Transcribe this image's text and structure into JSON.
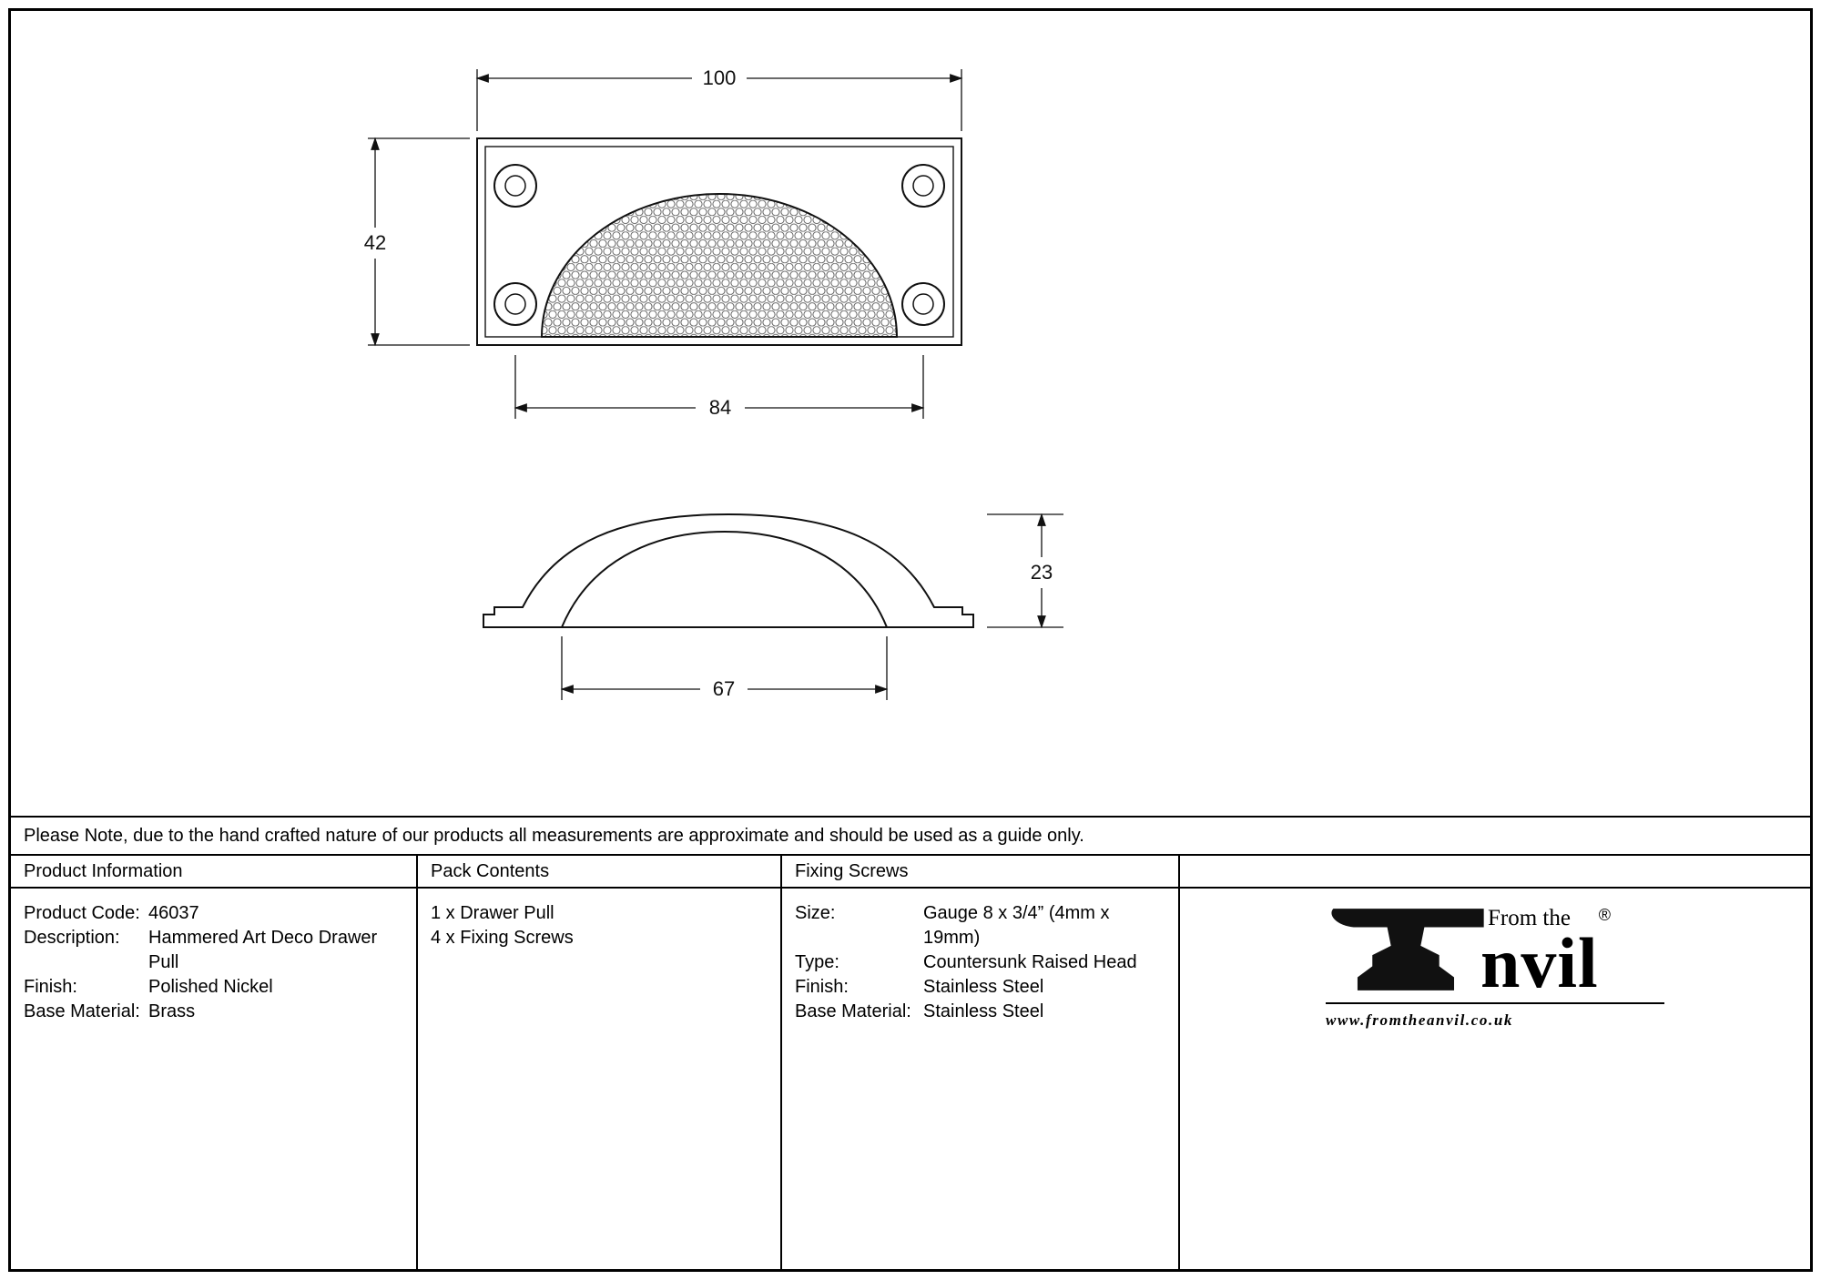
{
  "drawing": {
    "dims": {
      "plate_width": "100",
      "plate_height": "42",
      "hole_spacing": "84",
      "profile_height": "23",
      "cup_width": "67"
    }
  },
  "note": "Please Note, due to the hand crafted nature of our products all measurements are approximate and should be used as a guide only.",
  "product_info": {
    "header": "Product Information",
    "rows": [
      {
        "label": "Product Code:",
        "value": "46037"
      },
      {
        "label": "Description:",
        "value": "Hammered Art Deco Drawer Pull"
      },
      {
        "label": "Finish:",
        "value": "Polished Nickel"
      },
      {
        "label": "Base Material:",
        "value": "Brass"
      }
    ]
  },
  "pack_contents": {
    "header": "Pack Contents",
    "items": [
      "1 x Drawer Pull",
      "4 x Fixing Screws"
    ]
  },
  "fixing_screws": {
    "header": "Fixing Screws",
    "rows": [
      {
        "label": "Size:",
        "value": "Gauge 8 x 3/4” (4mm x 19mm)"
      },
      {
        "label": "Type:",
        "value": "Countersunk Raised Head"
      },
      {
        "label": "Finish:",
        "value": "Stainless Steel"
      },
      {
        "label": "Base Material:",
        "value": "Stainless Steel"
      }
    ]
  },
  "logo": {
    "tagline": "From the",
    "name_suffix": "nvil",
    "registered": "®",
    "url": "www.fromtheanvil.co.uk"
  }
}
